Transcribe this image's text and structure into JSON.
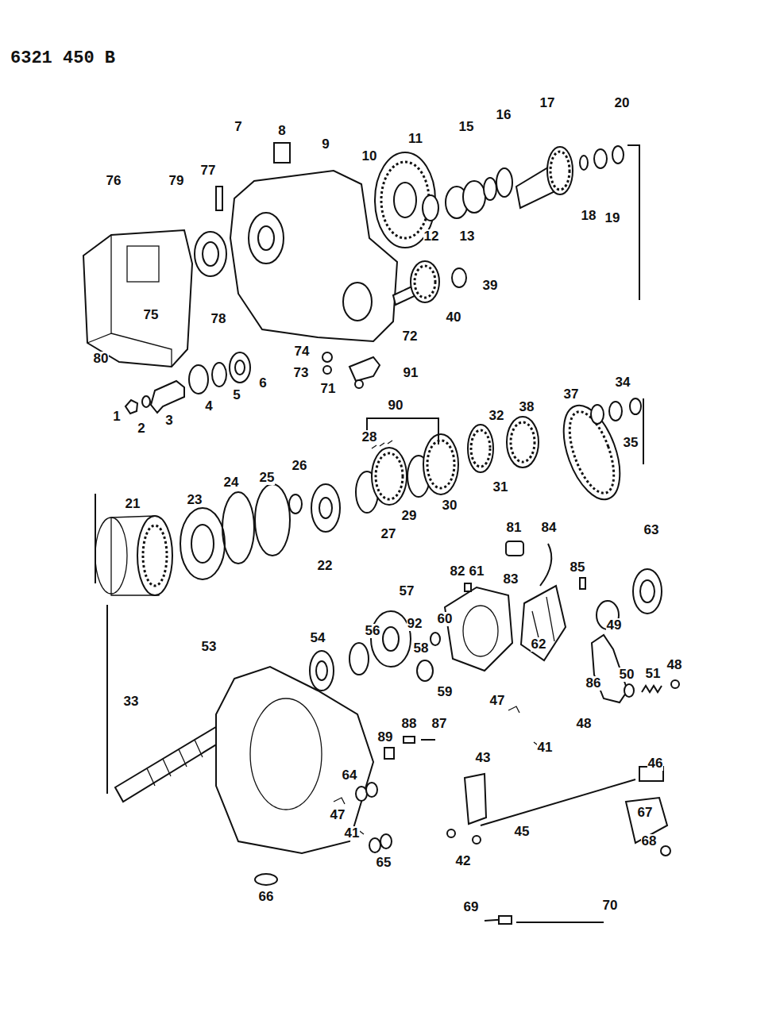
{
  "diagram": {
    "labels": [
      "6321 450 B",
      "8",
      "9",
      "10",
      "11",
      "15",
      "16",
      "17",
      "20",
      "77",
      "7",
      "76",
      "79",
      "12",
      "13",
      "18",
      "19",
      "39",
      "40",
      "80",
      "75",
      "78",
      "72",
      "74",
      "73",
      "91",
      "71",
      "1",
      "2",
      "3",
      "4",
      "5",
      "6",
      "90",
      "28",
      "32",
      "38",
      "37",
      "34",
      "35",
      "21",
      "23",
      "24",
      "25",
      "26",
      "22",
      "27",
      "29",
      "30",
      "31",
      "81",
      "84",
      "63",
      "82",
      "61",
      "83",
      "85",
      "57",
      "92",
      "60",
      "62",
      "86",
      "56",
      "58",
      "49",
      "54",
      "53",
      "48",
      "51",
      "50",
      "59",
      "33",
      "47",
      "41",
      "64",
      "89",
      "88",
      "87",
      "43",
      "47",
      "41",
      "46",
      "45",
      "48",
      "67",
      "68",
      "65",
      "42",
      "66",
      "69",
      "70"
    ]
  }
}
